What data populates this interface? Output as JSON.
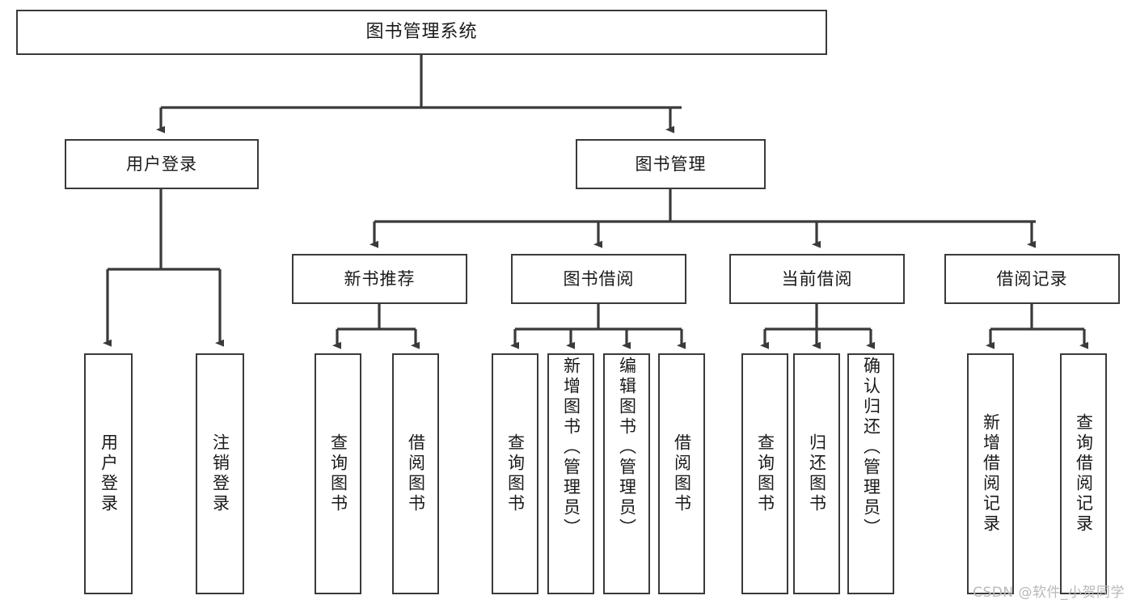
{
  "diagram": {
    "title": "图书管理系统",
    "watermark": "CSDN @软件_小贺同学",
    "line_color": "#3a3a3a",
    "box_fill": "#ffffff",
    "text_color": "#1a1a1a",
    "watermark_color": "#b9b9b9",
    "nodes": {
      "root": "图书管理系统",
      "user_login": "用户登录",
      "book_manage": "图书管理",
      "new_book_rec": "新书推荐",
      "book_borrow": "图书借阅",
      "current_borrow": "当前借阅",
      "borrow_record": "借阅记录",
      "leaf_user_login": "用户登录",
      "leaf_logout": "注销登录",
      "leaf_query_book_1": "查询图书",
      "leaf_borrow_book_1": "借阅图书",
      "leaf_query_book_2": "查询图书",
      "leaf_add_book_admin": "新增图书（管理员）",
      "leaf_edit_book_admin": "编辑图书（管理员）",
      "leaf_borrow_book_2": "借阅图书",
      "leaf_query_book_3": "查询图书",
      "leaf_return_book": "归还图书",
      "leaf_confirm_return_admin": "确认归还（管理员）",
      "leaf_add_record": "新增借阅记录",
      "leaf_query_record": "查询借阅记录"
    }
  }
}
